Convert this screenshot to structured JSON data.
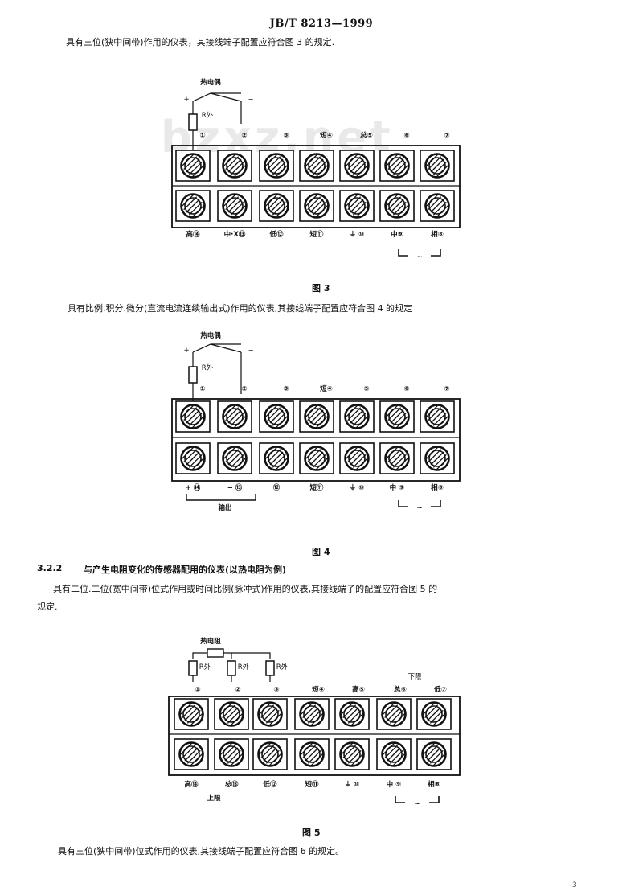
{
  "header": {
    "standard_code": "JB/T 8213—1999"
  },
  "paragraphs": {
    "p1": "具有三位(狭中间带)作用的仪表，其接线端子配置应符合图 3 的规定.",
    "p2": "具有比例.积分.微分(直流电流连续输出式)作用的仪表,其接线端子配置应符合图 4 的规定",
    "p3_section_no": "3.2.2",
    "p3_section_title": "与产生电阻变化的传感器配用的仪表(以热电阻为例)",
    "p4_line1": "具有二位.二位(宽中间带)位式作用或时间比例(脉冲式)作用的仪表,其接线端子的配置应符合图 5 的",
    "p4_line2": "规定.",
    "p5": "具有三位(狭中间带)位式作用的仪表,其接线端子配置应符合图 6 的规定。"
  },
  "watermark": "bzxz.net",
  "figures": {
    "fig3": {
      "caption": "图 3",
      "sensor_label": "热电偶",
      "resistor_label": "R外",
      "plus_sign": "+",
      "minus_sign": "−",
      "top_labels": [
        "①",
        "②",
        "③",
        "短④",
        "总⑤",
        "⑥",
        "⑦"
      ],
      "bottom_labels": [
        "高⑭",
        "中·X⑬",
        "低⑫",
        "短⑪",
        "⏚ ⑩",
        "中⑨",
        "相⑧"
      ],
      "ac_symbol": "~"
    },
    "fig4": {
      "caption": "图 4",
      "sensor_label": "热电偶",
      "resistor_label": "R外",
      "plus_sign": "+",
      "minus_sign": "−",
      "top_labels": [
        "①",
        "②",
        "③",
        "短④",
        "⑤",
        "⑥",
        "⑦"
      ],
      "bottom_labels": [
        "+ ⑭",
        "− ⑬",
        "⑫",
        "短⑪",
        "⏚ ⑩",
        "中 ⑨",
        "相⑧"
      ],
      "output_label": "输出",
      "ac_symbol": "~"
    },
    "fig5": {
      "caption": "图 5",
      "sensor_label": "热电阻",
      "resistor_labels": [
        "R外",
        "R外",
        "R外"
      ],
      "top_labels": [
        "①",
        "②",
        "③",
        "短④",
        "高⑤",
        "总⑥",
        "低⑦"
      ],
      "lower_limit_label": "下限",
      "bottom_labels": [
        "高⑭",
        "总⑬",
        "低⑫",
        "短⑪",
        "⏚ ⑩",
        "中 ⑨",
        "相⑧"
      ],
      "upper_limit_label": "上限",
      "ac_symbol": "~"
    }
  },
  "page_number": "3"
}
